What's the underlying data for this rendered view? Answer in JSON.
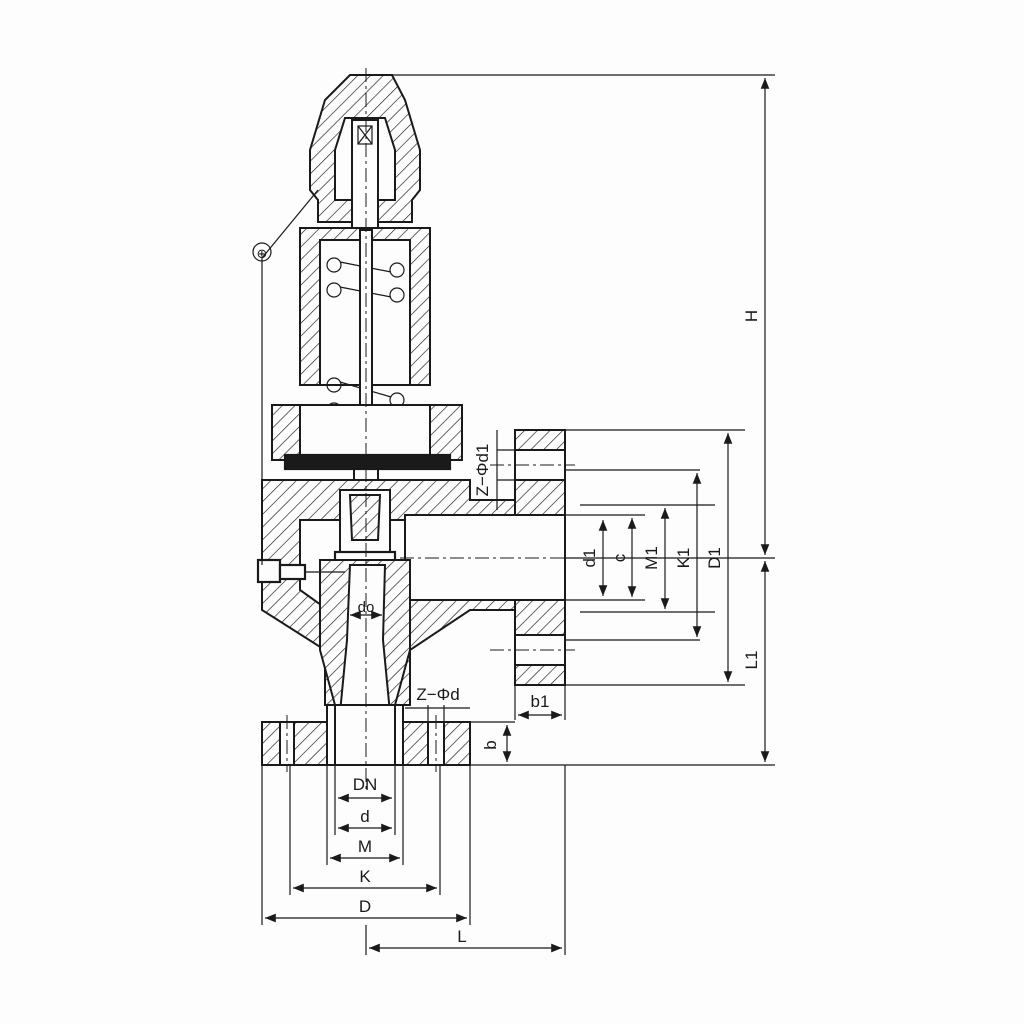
{
  "labels": {
    "H": "H",
    "L1": "L1",
    "L": "L",
    "D": "D",
    "K": "K",
    "M": "M",
    "d": "d",
    "DN": "DN",
    "b": "b",
    "b1": "b1",
    "d1": "d1",
    "c": "c",
    "M1": "M1",
    "K1": "K1",
    "D1": "D1",
    "do": "do",
    "z_phi_d": "Z−Φd",
    "z_phi_d1": "Z−Φd1",
    "seal_mark": "⊕"
  }
}
